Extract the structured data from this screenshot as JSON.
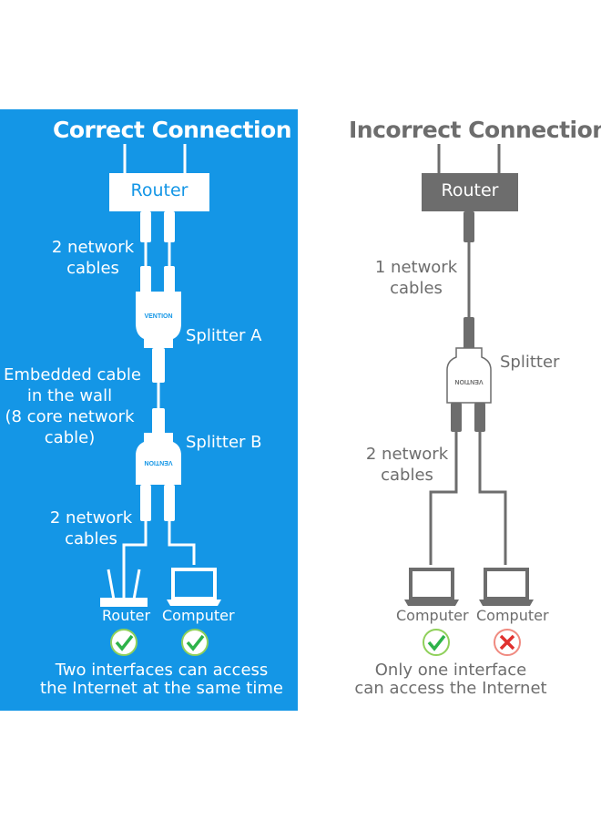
{
  "correct": {
    "title": "Correct Connection",
    "router": "Router",
    "cables_top": [
      "2 network",
      "cables"
    ],
    "splitter_a": "Splitter A",
    "embedded": [
      "Embedded cable",
      "in the wall",
      "(8 core network",
      "cable)"
    ],
    "splitter_b": "Splitter B",
    "cables_bottom": [
      "2 network",
      "cables"
    ],
    "device_router": "Router",
    "device_computer": "Computer",
    "caption": [
      "Two interfaces can access",
      "the Internet at the same time"
    ],
    "brand": "VENTION"
  },
  "incorrect": {
    "title": "Incorrect Connection",
    "router": "Router",
    "cables_top": [
      "1 network",
      "cables"
    ],
    "splitter": "Splitter",
    "cables_bottom": [
      "2 network",
      "cables"
    ],
    "device_computer_1": "Computer",
    "device_computer_2": "Computer",
    "caption": [
      "Only one interface",
      "can access the Internet"
    ],
    "brand": "VENTION"
  },
  "colors": {
    "blue": "#1496e6",
    "gray": "#6d6d6d",
    "check_green": "#2db34a",
    "cross_red": "#e0312f"
  }
}
